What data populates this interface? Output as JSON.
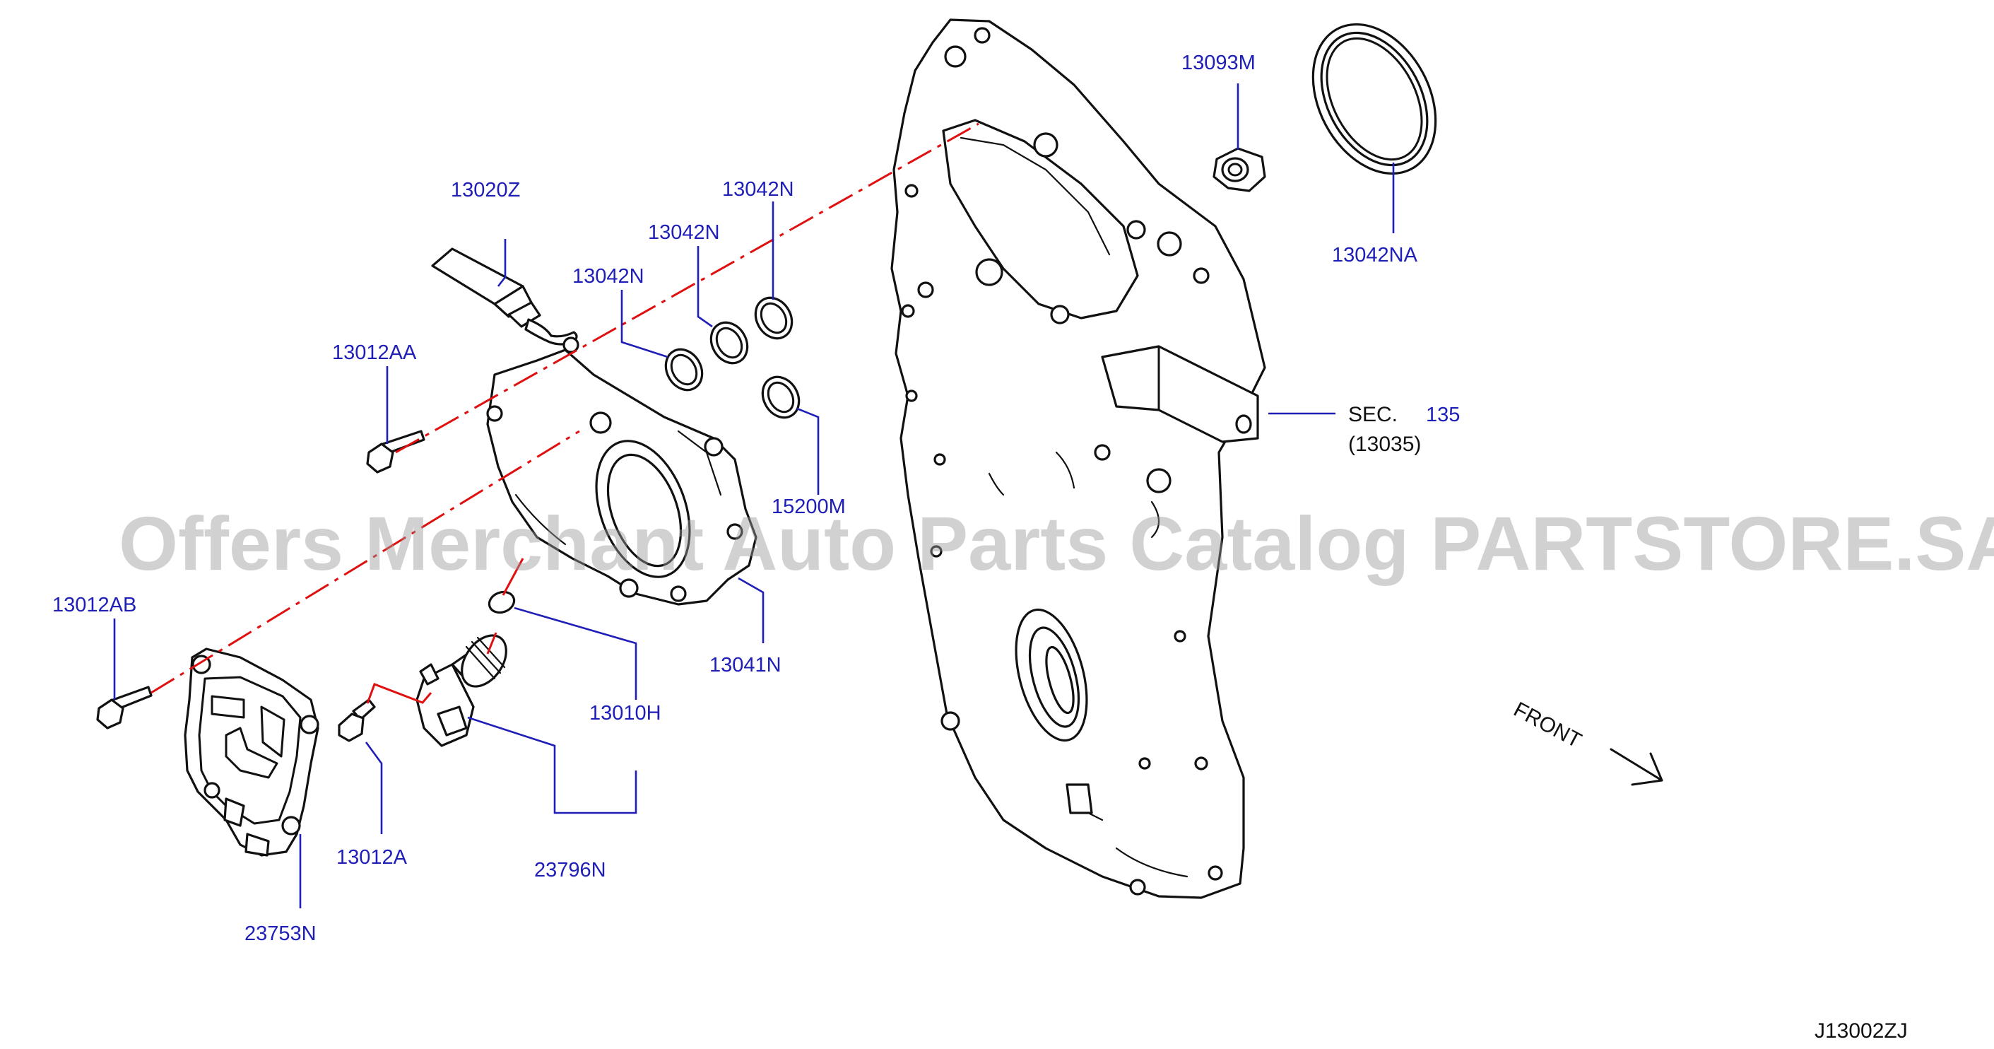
{
  "callouts": {
    "c13093M": "13093M",
    "c13042NA": "13042NA",
    "c13020Z": "13020Z",
    "c13042N_a": "13042N",
    "c13042N_b": "13042N",
    "c13042N_c": "13042N",
    "c13012AA": "13012AA",
    "c15200M": "15200M",
    "c13041N": "13041N",
    "c13012AB": "13012AB",
    "c13010H": "13010H",
    "c13012A": "13012A",
    "c23796N": "23796N",
    "c23753N": "23753N",
    "sec_label": "SEC.",
    "sec_num": "135",
    "sec_sub": "(13035)"
  },
  "front_label": "FRONT",
  "watermark": "Offers Merchant Auto Parts Catalog PARTSTORE.SA",
  "diagram_id": "J13002ZJ",
  "colors": {
    "callout_blue": "#1f1fb8",
    "leader_red": "#e01010",
    "line_black": "#111111"
  }
}
